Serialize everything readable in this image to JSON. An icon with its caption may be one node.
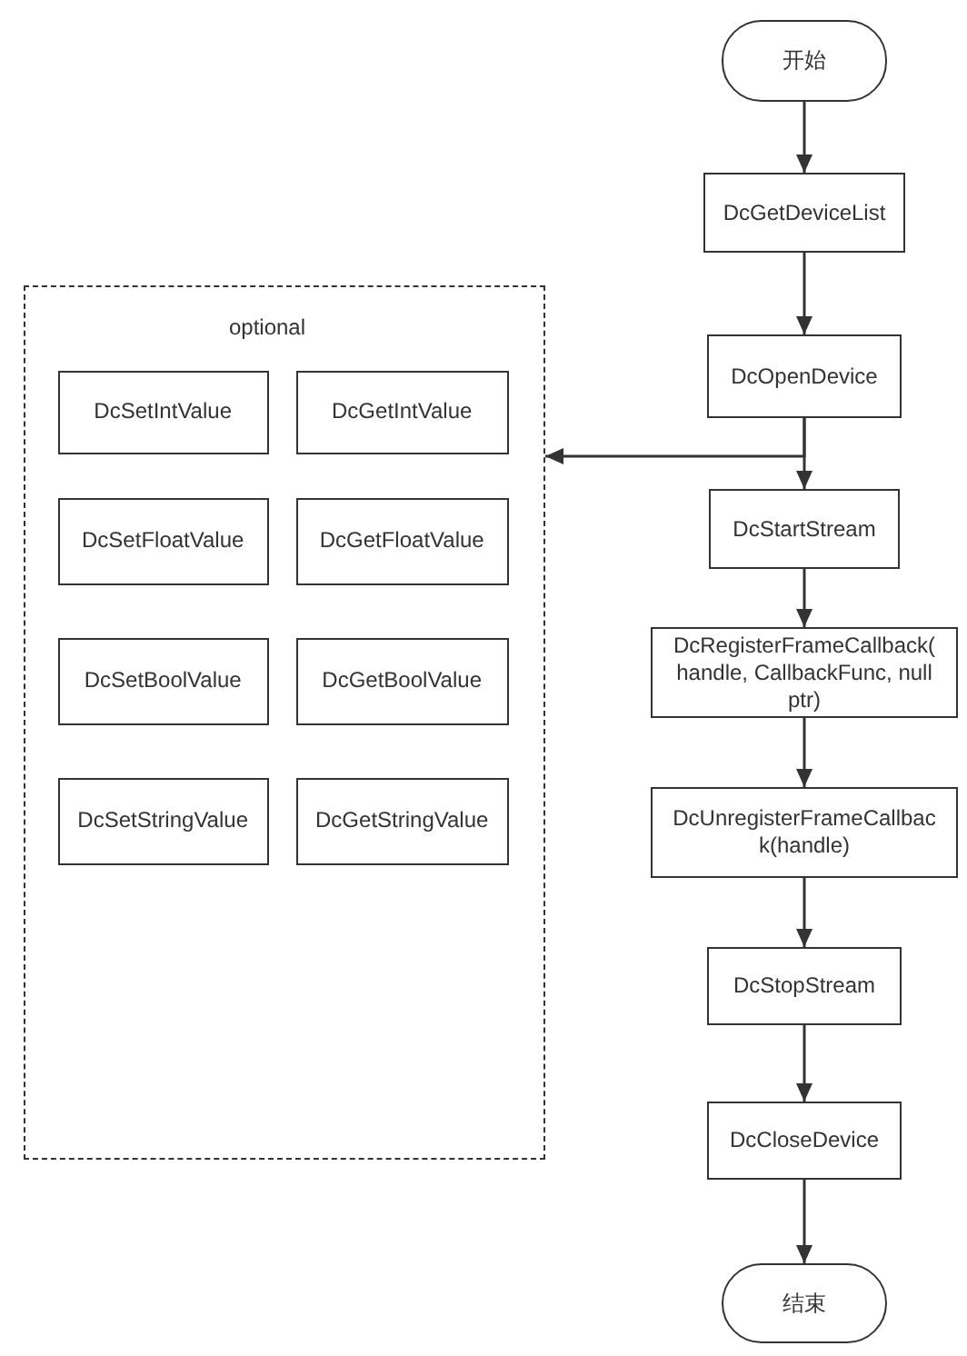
{
  "diagram": {
    "nodes": [
      {
        "text": [
          "开始"
        ]
      },
      {
        "text": [
          "DcGetDeviceList"
        ]
      },
      {
        "text": [
          "DcOpenDevice"
        ]
      },
      {
        "text": [
          "DcStartStream"
        ]
      },
      {
        "text": [
          "DcRegisterFrameCallback( handle, CallbackFunc, null ptr)"
        ]
      },
      {
        "text": [
          "DcUnregisterFrameCallbac k(handle)"
        ]
      },
      {
        "text": [
          "DcStopStream"
        ]
      },
      {
        "text": [
          "DcCloseDevice"
        ]
      },
      {
        "text": [
          "结束"
        ]
      },
      {
        "text": [
          "optional"
        ]
      },
      {
        "text": [
          "DcSetIntValue"
        ],
        "in": 9
      },
      {
        "text": [
          "DcGetIntValue"
        ],
        "in": 9
      },
      {
        "text": [
          "DcSetFloatValue"
        ],
        "in": 9
      },
      {
        "text": [
          "DcGetFloatValue"
        ],
        "in": 9
      },
      {
        "text": [
          "DcSetBoolValue"
        ],
        "in": 9
      },
      {
        "text": [
          "DcGetBoolValue"
        ],
        "in": 9
      },
      {
        "text": [
          "DcSetStringValue"
        ],
        "in": 9
      },
      {
        "text": [
          "DcGetStringValue"
        ],
        "in": 9
      }
    ],
    "edges": [
      {
        "from": 0,
        "to": 1,
        "arrow": "to"
      },
      {
        "from": 1,
        "to": 2,
        "arrow": "to"
      },
      {
        "from": 2,
        "to": 3,
        "arrow": "to"
      },
      {
        "from": 3,
        "to": 4,
        "arrow": "to"
      },
      {
        "from": 4,
        "to": 5,
        "arrow": "to"
      },
      {
        "from": 5,
        "to": 6,
        "arrow": "to"
      },
      {
        "from": 6,
        "to": 7,
        "arrow": "to"
      },
      {
        "from": 7,
        "to": 8,
        "arrow": "to"
      },
      {
        "from": 2,
        "to": 9,
        "arrow": "to"
      }
    ]
  }
}
